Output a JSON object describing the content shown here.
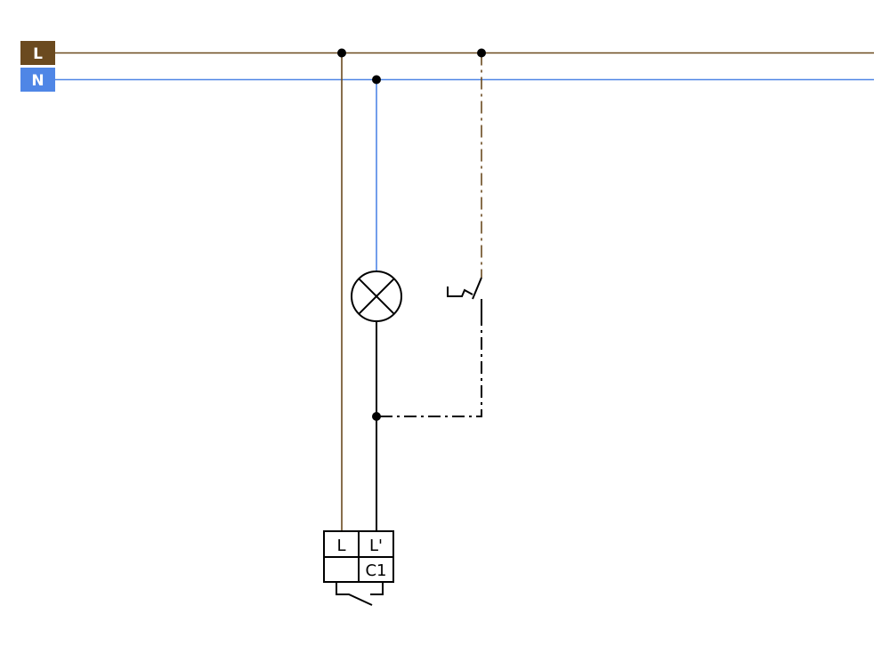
{
  "colors": {
    "line": "#6b4a1f",
    "neutral": "#4f86e6",
    "wire": "#000000",
    "label_text": "#ffffff"
  },
  "rails": {
    "line_label": "L",
    "neutral_label": "N"
  },
  "terminal_block": {
    "top_left": "L",
    "top_right": "L'",
    "bottom_left": "",
    "bottom_right": "C1"
  },
  "icons": [
    "lamp-icon",
    "pushbutton-icon",
    "relay-contact-icon"
  ]
}
